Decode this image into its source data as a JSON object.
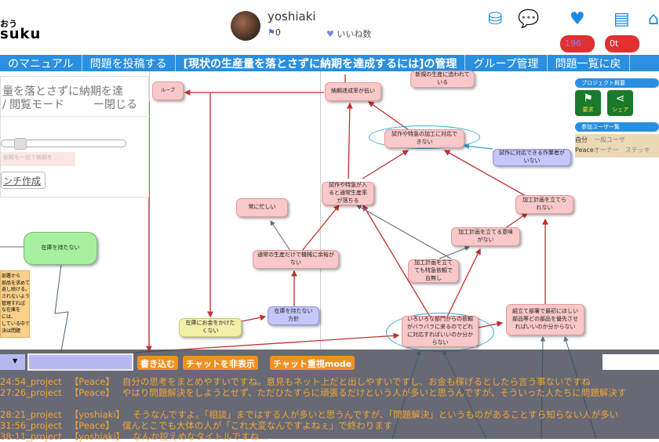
{
  "header": {
    "logo_top": "おう",
    "logo_main": "suku",
    "username": "yoshiaki",
    "flag_count": "0",
    "likes_label": "いいね数",
    "badge_1": "196",
    "badge_2": "0t"
  },
  "nav": {
    "items": [
      "のマニュアル",
      "問題を投稿する",
      "[現状の生産量を落とさずに納期を達成するには]の管理",
      "グループ管理",
      "問題一覧に戻"
    ]
  },
  "left_panel": {
    "title": "量を落とさずに納期を達",
    "mode": "/ 閲覧モード",
    "close": "ー閉じる",
    "note": "依頼も一括で納期を…",
    "button": "ンチ作成"
  },
  "orange_note": {
    "lines": [
      "部署から",
      "部品を求めて",
      "返し続ける。",
      "されないように",
      "管理すれば",
      "な在庫を",
      "には、",
      "している中で",
      "決は問題"
    ]
  },
  "nodes": {
    "n1": "納期達成率が低い",
    "n2": "新規の生産に追われている",
    "n3": "試作や特急の加工に対応できない",
    "n4": "試作に対応できる作業者がいない",
    "n5": "試作や特急が入ると通常生産率が落ちる",
    "n6": "加工計画を立てられない",
    "n7": "常に忙しい",
    "n8": "加工計画を立てる意味がない",
    "n9": "通常の生産だけで機械に余裕がない",
    "n10": "加工計画を立てても特急依頼で台無し",
    "n11": "在庫を持たない方針",
    "n12": "在庫にお金をかけたくない",
    "n13": "組立て部署で最初にほしい部品等どの部品を優先させればいいのか分からない",
    "n14": "いろいろな部門からの依頼がバラバラに来るのでどれに対応すればいいのか分からない",
    "n15": "在庫を持たない",
    "n16": "ループ"
  },
  "side": {
    "overview": "プロジェクト概要",
    "btn_request": "要求",
    "btn_share": "シェア",
    "users_heading": "参加ユーザ一覧",
    "users": [
      {
        "name": "自分",
        "role": "一般ユーザ"
      },
      {
        "name": "Peace",
        "role": "オーナー　ステッキ"
      }
    ]
  },
  "chat": {
    "select": "▼",
    "write": "書き込む",
    "hide": "チャットを非表示",
    "mode": "チャット重視mode",
    "messages": [
      {
        "time": "24:54_project",
        "user": "【Peace】",
        "text": "自分の思考をまとめやすいですね。意見もネット上だと出しやすいですし、お金も稼げるとしたら言う事ないですね"
      },
      {
        "time": "27:26_project",
        "user": "【Peace】",
        "text": "やはり問題解決をしようとせず、ただひたすらに頑張るだけという人が多いと思うんですが、そういった人たちに問題解決す"
      },
      {
        "time": "",
        "user": "",
        "text": ""
      },
      {
        "time": "28:21_project",
        "user": "【yoshiaki】",
        "text": "そうなんですよ。「相談」まではする人が多いと思うんですが、「問題解決」というものがあることすら知らない人が多い"
      },
      {
        "time": "31:56_project",
        "user": "【Peace】",
        "text": "僕んとこでも大体の人が「これ大変なんですよねぇ」で終わります"
      },
      {
        "time": "38:11_project",
        "user": "【yoshiaki】",
        "text": "なんか控えめなタイトルですね..."
      }
    ]
  }
}
